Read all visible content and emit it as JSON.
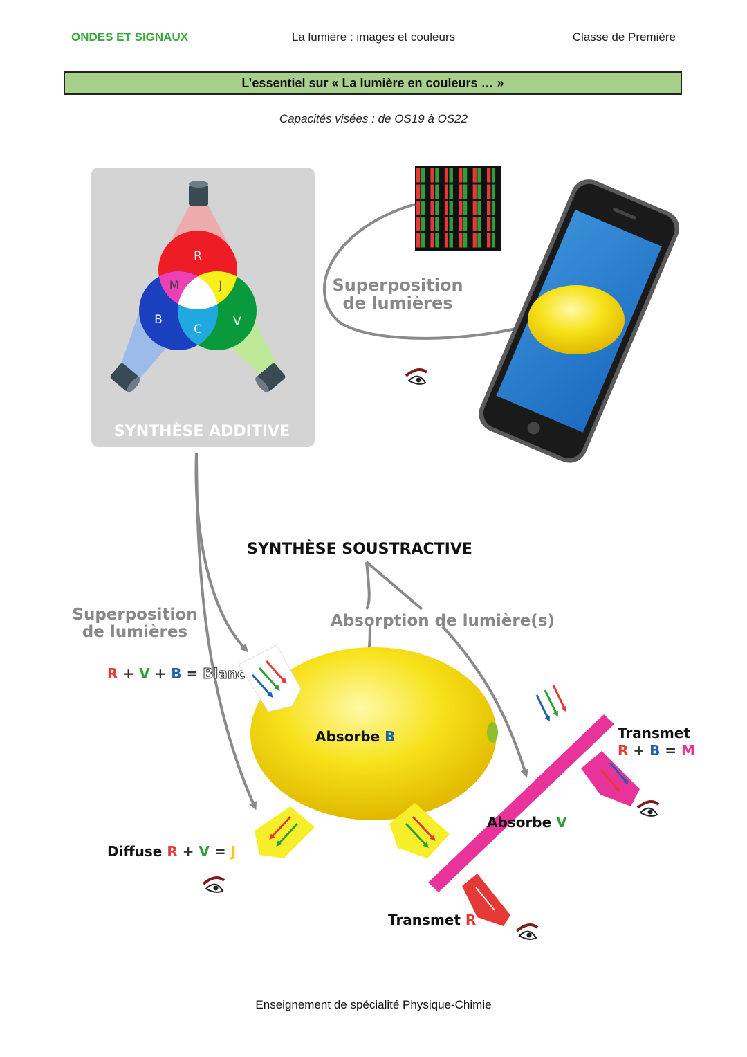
{
  "header": {
    "left": "ONDES ET SIGNAUX",
    "center": "La lumière : images et couleurs",
    "right": "Classe de Première"
  },
  "banner": "L’essentiel sur « La lumière en couleurs … »",
  "subtitle": "Capacités visées : de OS19 à OS22",
  "additive": {
    "title": "SYNTHÈSE ADDITIVE",
    "circle_labels": {
      "r": "R",
      "v": "V",
      "b": "B",
      "j": "J",
      "m": "M",
      "c": "C"
    }
  },
  "phone_label": {
    "line1": "Superposition",
    "line2": "de lumières"
  },
  "subtractive": {
    "title": "SYNTHÈSE SOUSTRACTIVE",
    "absorption": "Absorption de lumière(s)",
    "superposition_line1": "Superposition",
    "superposition_line2": "de lumières",
    "eq_r": "R",
    "eq_plus1": " + ",
    "eq_v": "V",
    "eq_plus2": " + ",
    "eq_b": "B",
    "eq_eq": " = ",
    "eq_blanc": "Blanc",
    "absorbe_b_text": "Absorbe ",
    "absorbe_b_color": "B",
    "diffuse_text": "Diffuse ",
    "diffuse_r": "R",
    "diffuse_plus": " + ",
    "diffuse_v": "V",
    "diffuse_eq": " = ",
    "diffuse_j": "J",
    "absorbe_v_text": "Absorbe ",
    "absorbe_v_color": "V",
    "transmet_m_title": "Transmet",
    "transmet_m_r": "R",
    "transmet_m_plus": " + ",
    "transmet_m_b": "B",
    "transmet_m_eq": " = ",
    "transmet_m_m": "M",
    "transmet_r_text": "Transmet ",
    "transmet_r_color": "R"
  },
  "colors": {
    "red": "#e53935",
    "green": "#2e9e3a",
    "blue": "#1e5fb0",
    "yellow": "#f6e51f",
    "magenta": "#e8339b",
    "header_green": "#3aa83a",
    "banner_fill": "#a8d08d"
  },
  "footer": "Enseignement de spécialité Physique-Chimie"
}
